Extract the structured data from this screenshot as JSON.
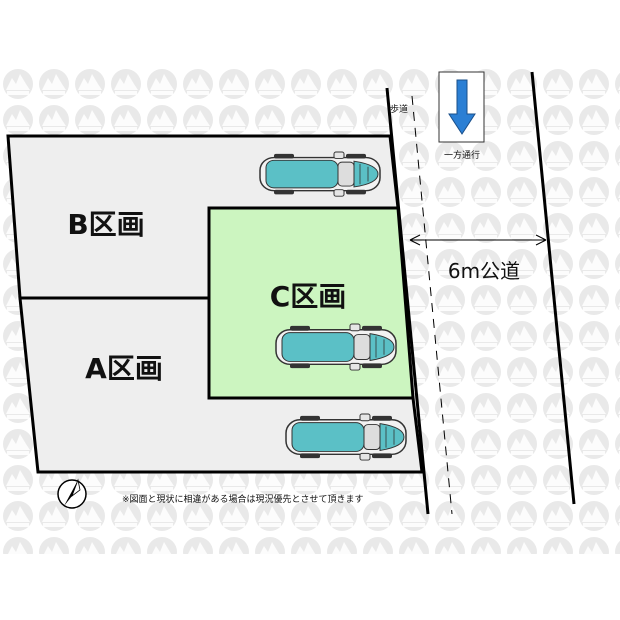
{
  "lots": {
    "b": {
      "label": "B区画"
    },
    "a": {
      "label": "A区画"
    },
    "c": {
      "label": "C区画"
    }
  },
  "road": {
    "label": "6m公道",
    "sidewalk_label": "歩道",
    "direction_label": "一方通行"
  },
  "note": {
    "text": "※図面と現状に相違がある場合は現況優先とさせて頂きます"
  },
  "colors": {
    "lot_gray": "#eeeeee",
    "lot_green": "#ccf5c0",
    "car_body": "#5bc0c6",
    "arrow_blue": "#2b7fd4",
    "watermark": "#e6e6e6"
  },
  "icons": {
    "compass": "north-compass-icon",
    "arrow": "arrow-down-icon",
    "car": "car-icon"
  }
}
